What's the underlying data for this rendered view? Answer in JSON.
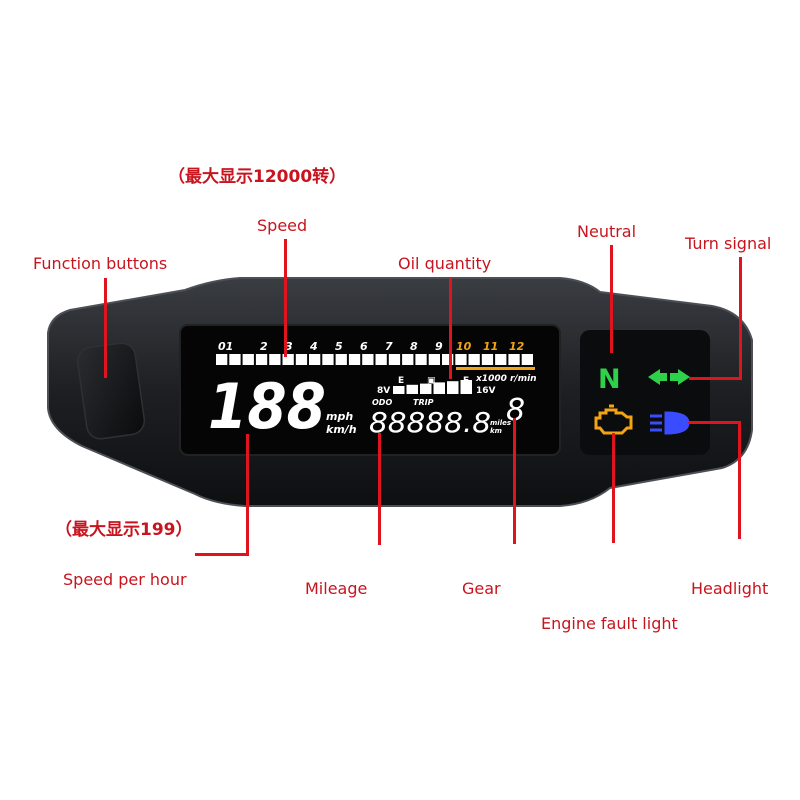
{
  "notes": {
    "max_rpm": "（最大显示12000转）",
    "max_speed": "（最大显示199）"
  },
  "labels": {
    "speed": "Speed",
    "function_buttons": "Function buttons",
    "oil_quantity": "Oil quantity",
    "neutral": "Neutral",
    "turn_signal": "Turn signal",
    "speed_per_hour": "Speed per hour",
    "mileage": "Mileage",
    "gear": "Gear",
    "headlight": "Headlight",
    "engine_fault_light": "Engine fault light"
  },
  "display": {
    "rpm_ticks": [
      "01",
      "2",
      "3",
      "4",
      "5",
      "6",
      "7",
      "8",
      "9",
      "10",
      "11",
      "12"
    ],
    "rpm_unit": "x1000 r/min",
    "speed_value": "188",
    "speed_unit_mph": "mph",
    "speed_unit_kmh": "km/h",
    "fuel_empty": "E",
    "fuel_full": "F",
    "battery_low": "8V",
    "battery_high": "16V",
    "odo_label": "ODO",
    "trip_label": "TRIP",
    "mileage_value": "88888.8",
    "distance_unit_miles": "miles",
    "distance_unit_km": "km",
    "gear_value": "8",
    "neutral_indicator": "N"
  },
  "colors": {
    "annotation": "#c8141e",
    "neutral": "#2fd14a",
    "turn_signal": "#2fd14a",
    "engine_fault": "#f2a413",
    "headlight": "#3a4cff",
    "rpm_redline": "#f2a413"
  }
}
